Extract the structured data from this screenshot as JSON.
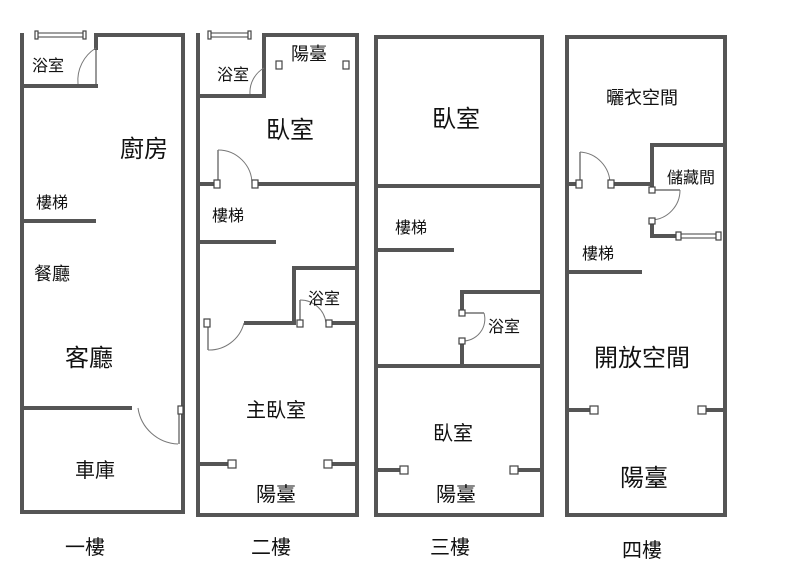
{
  "floors": [
    {
      "caption": "一樓",
      "rooms": {
        "bath": "浴室",
        "kitchen": "廚房",
        "stairs": "樓梯",
        "dining": "餐廳",
        "living": "客廳",
        "garage": "車庫"
      }
    },
    {
      "caption": "二樓",
      "rooms": {
        "bath": "浴室",
        "balcony_top": "陽臺",
        "bedroom": "臥室",
        "stairs": "樓梯",
        "bath2": "浴室",
        "master": "主臥室",
        "balcony_bottom": "陽臺"
      }
    },
    {
      "caption": "三樓",
      "rooms": {
        "bedroom_top": "臥室",
        "stairs": "樓梯",
        "bath": "浴室",
        "bedroom_bottom": "臥室",
        "balcony": "陽臺"
      }
    },
    {
      "caption": "四樓",
      "rooms": {
        "laundry": "曬衣空間",
        "storage": "儲藏間",
        "stairs": "樓梯",
        "open_space": "開放空間",
        "balcony": "陽臺"
      }
    }
  ]
}
